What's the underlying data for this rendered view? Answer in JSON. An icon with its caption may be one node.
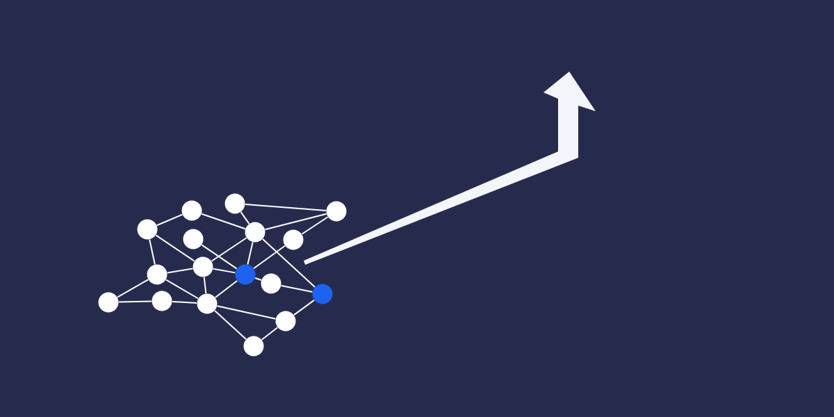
{
  "diagram": {
    "nodes": [
      {
        "text": [],
        "shape": "circle"
      },
      {
        "text": [],
        "shape": "circle"
      },
      {
        "text": [],
        "shape": "circle"
      },
      {
        "text": [],
        "shape": "circle"
      },
      {
        "text": [],
        "shape": "circle"
      },
      {
        "text": [],
        "shape": "circle"
      },
      {
        "text": [],
        "shape": "circle"
      },
      {
        "text": [],
        "shape": "circle"
      },
      {
        "text": [],
        "shape": "circle"
      },
      {
        "text": [],
        "shape": "circle"
      },
      {
        "text": [],
        "shape": "circle"
      },
      {
        "text": [],
        "shape": "circle"
      },
      {
        "text": [],
        "shape": "circle"
      },
      {
        "text": [],
        "shape": "circle"
      },
      {
        "text": [],
        "shape": "circle"
      },
      {
        "text": [],
        "shape": "circle"
      },
      {
        "text": [],
        "shape": "circle"
      }
    ],
    "edges": [
      {
        "from": 1,
        "to": 2,
        "arrow": "none"
      },
      {
        "from": 1,
        "to": 5,
        "arrow": "none"
      },
      {
        "from": 3,
        "to": 0,
        "arrow": "none"
      },
      {
        "from": 0,
        "to": 5,
        "arrow": "none"
      },
      {
        "from": 5,
        "to": 2,
        "arrow": "none"
      },
      {
        "from": 6,
        "to": 2,
        "arrow": "none"
      },
      {
        "from": 3,
        "to": 7,
        "arrow": "none"
      },
      {
        "from": 3,
        "to": 8,
        "arrow": "none"
      },
      {
        "from": 4,
        "to": 9,
        "arrow": "none"
      },
      {
        "from": 5,
        "to": 8,
        "arrow": "none"
      },
      {
        "from": 5,
        "to": 9,
        "arrow": "none"
      },
      {
        "from": 5,
        "to": 14,
        "arrow": "none"
      },
      {
        "from": 6,
        "to": 9,
        "arrow": "none"
      },
      {
        "from": 7,
        "to": 8,
        "arrow": "none"
      },
      {
        "from": 8,
        "to": 9,
        "arrow": "none"
      },
      {
        "from": 8,
        "to": 13,
        "arrow": "none"
      },
      {
        "from": 7,
        "to": 13,
        "arrow": "none"
      },
      {
        "from": 7,
        "to": 11,
        "arrow": "none"
      },
      {
        "from": 11,
        "to": 12,
        "arrow": "none"
      },
      {
        "from": 12,
        "to": 13,
        "arrow": "none"
      },
      {
        "from": 9,
        "to": 13,
        "arrow": "none"
      },
      {
        "from": 9,
        "to": 10,
        "arrow": "none"
      },
      {
        "from": 10,
        "to": 14,
        "arrow": "none"
      },
      {
        "from": 14,
        "to": 15,
        "arrow": "none"
      },
      {
        "from": 13,
        "to": 15,
        "arrow": "none"
      },
      {
        "from": 13,
        "to": 16,
        "arrow": "none"
      },
      {
        "from": 15,
        "to": 16,
        "arrow": "none"
      }
    ]
  }
}
